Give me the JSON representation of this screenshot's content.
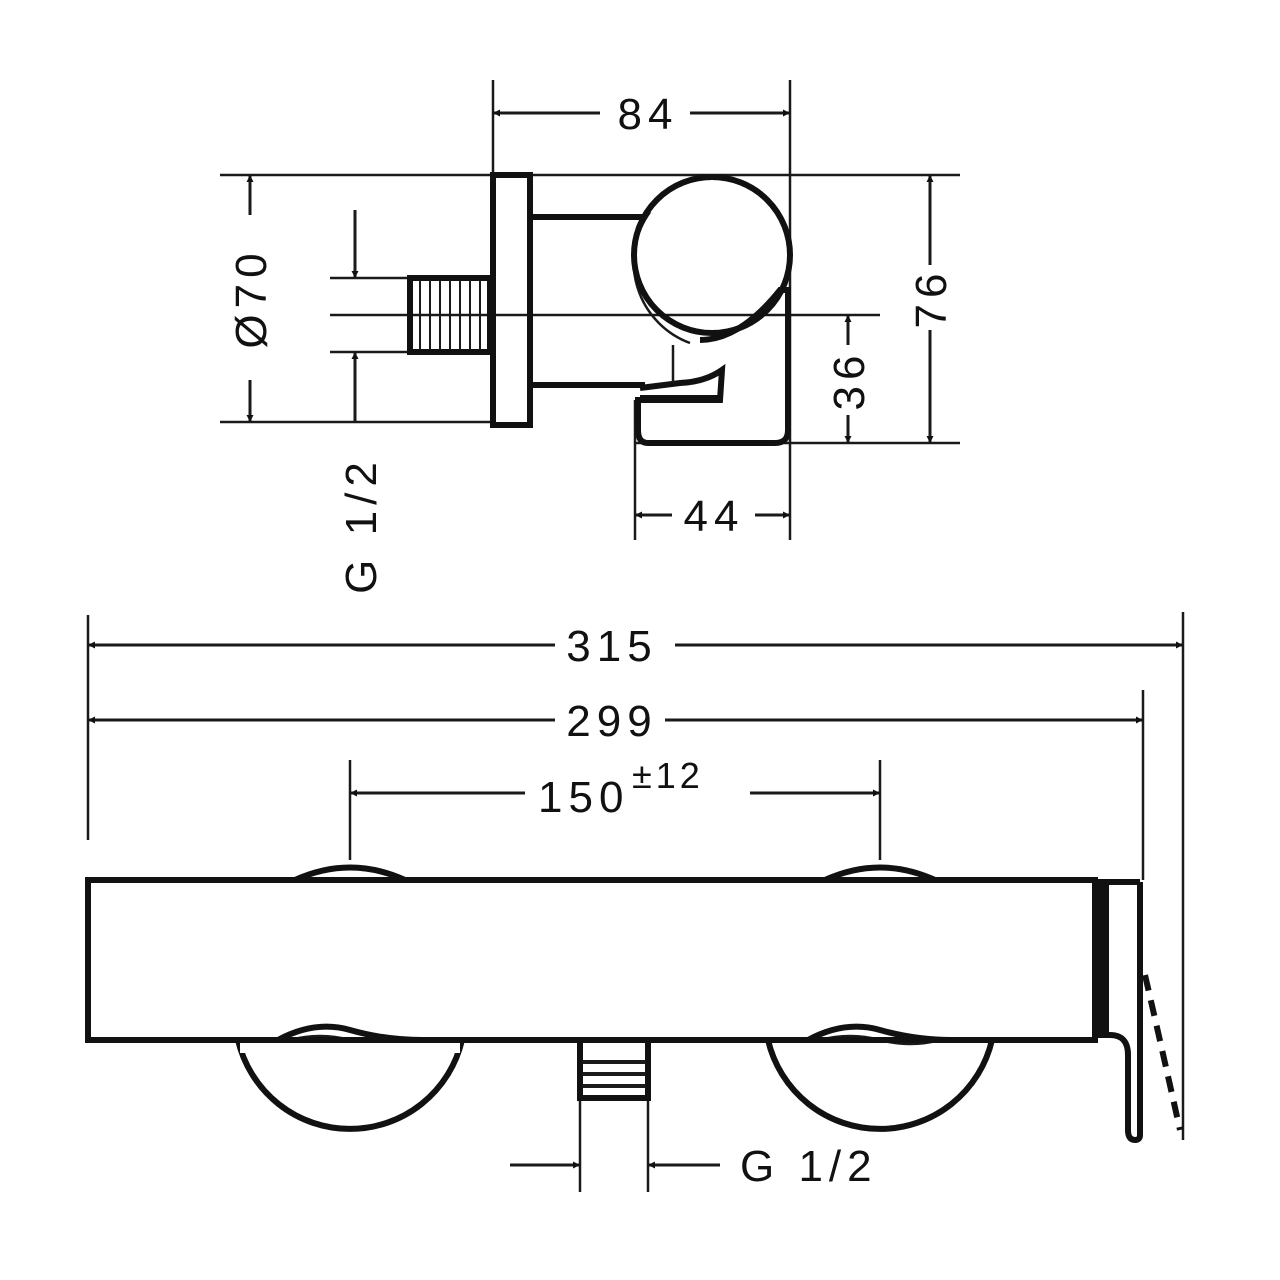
{
  "drawing": {
    "side_view": {
      "dim_width": "84",
      "dim_plate_diameter": "Ø70",
      "dim_height": "76",
      "dim_outlet_height": "36",
      "dim_outlet_depth": "44",
      "dim_inlet_thread": "G 1/2"
    },
    "front_view": {
      "dim_total_length": "315",
      "dim_body_length": "299",
      "dim_centres": "150",
      "dim_centres_tolerance": "±12",
      "dim_outlet_thread": "G 1/2"
    },
    "colors": {
      "line": "#111111",
      "background": "#ffffff"
    }
  }
}
